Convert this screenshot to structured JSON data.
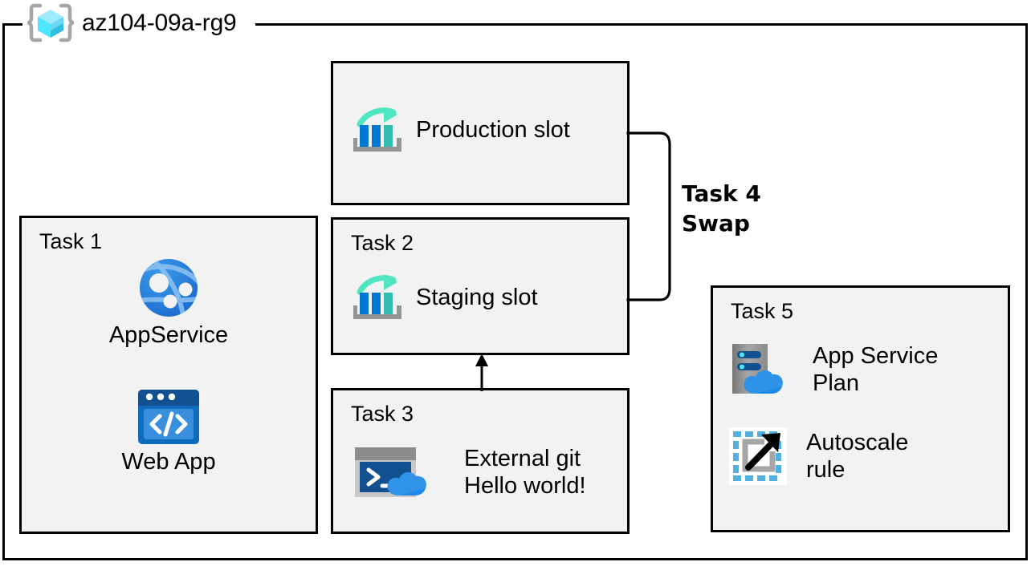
{
  "resource_group": {
    "name": "az104-09a-rg9",
    "icon": "resource-group-cube-icon"
  },
  "boxes": {
    "production": {
      "label": "",
      "item": {
        "icon": "deployment-slot-icon",
        "text": "Production  slot"
      }
    },
    "task1": {
      "label": "Task 1",
      "items": [
        {
          "icon": "app-service-globe-icon",
          "caption": "AppService"
        },
        {
          "icon": "web-app-code-window-icon",
          "caption": "Web App"
        }
      ]
    },
    "task2": {
      "label": "Task 2",
      "item": {
        "icon": "deployment-slot-icon",
        "text": "Staging slot"
      }
    },
    "task3": {
      "label": "Task 3",
      "item": {
        "icon": "external-git-console-cloud-icon",
        "text": "External git\nHello world!"
      }
    },
    "task5": {
      "label": "Task 5",
      "items": [
        {
          "icon": "app-service-plan-server-cloud-icon",
          "text": "App Service\nPlan"
        },
        {
          "icon": "autoscale-rule-icon",
          "text": "Autoscale\nrule"
        }
      ]
    }
  },
  "connectors": {
    "swap": {
      "label": "Task 4\nSwap"
    },
    "deploy_arrow": {
      "name": "task3-to-task2-arrow"
    }
  },
  "colors": {
    "box_fill": "#f2f2f2",
    "box_stroke": "#000000",
    "azure_blue": "#0078d4",
    "azure_blue_dark": "#005ba1",
    "slot_teal": "#50e6c2",
    "slot_green": "#32bdae",
    "slot_gray": "#9a9a9a",
    "cyan_cube": "#50e6ff",
    "autoscale_cyan": "#50b0e0"
  }
}
